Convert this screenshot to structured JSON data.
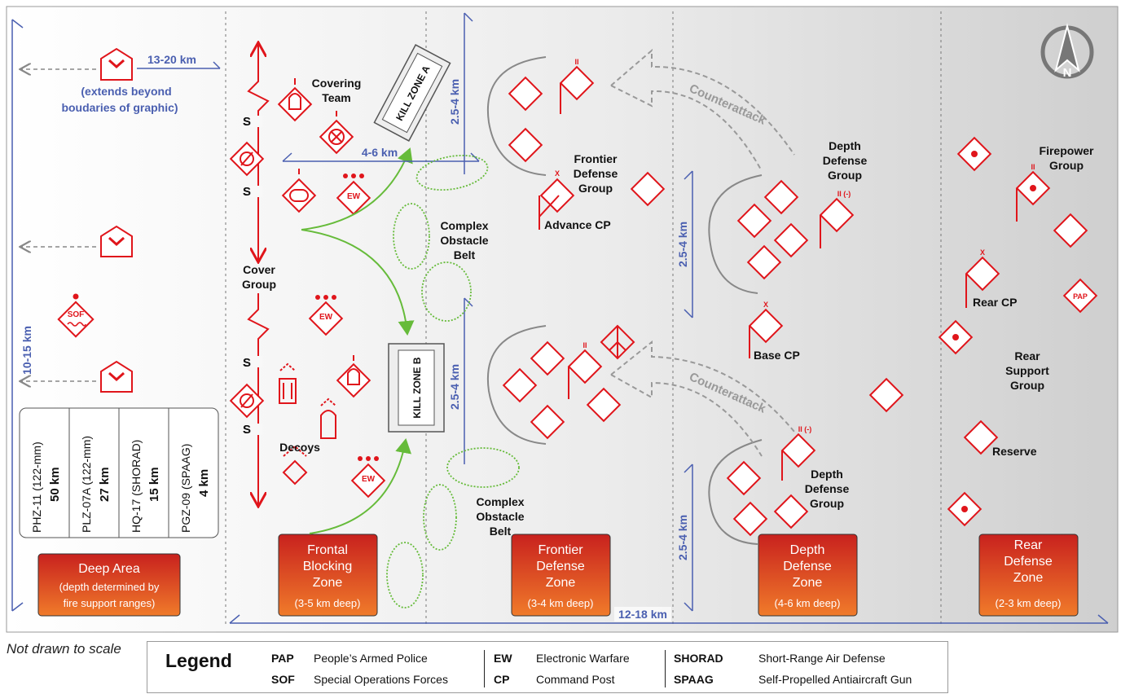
{
  "distance": {
    "d13_20": "13-20 km",
    "extends1": "(extends beyond",
    "extends2": "boudaries of graphic)",
    "d10_15": "10-15 km",
    "d4_6": "4-6 km",
    "d2_5a": "2.5-4 km",
    "d2_5b": "2.5-4 km",
    "d2_5c": "2.5-4 km",
    "d2_5d": "2.5-4 km",
    "d12_18": "12-18 km"
  },
  "units": {
    "covering_team1": "Covering",
    "covering_team2": "Team",
    "cover_group1": "Cover",
    "cover_group2": "Group",
    "decoys": "Decoys",
    "kill_zone_a": "KILL ZONE A",
    "kill_zone_b": "KILL ZONE B",
    "complex1_1": "Complex",
    "complex1_2": "Obstacle",
    "complex1_3": "Belt",
    "complex2_1": "Complex",
    "complex2_2": "Obstacle",
    "complex2_3": "Belt",
    "frontier_def1": "Frontier",
    "frontier_def2": "Defense",
    "frontier_def3": "Group",
    "advance_cp": "Advance CP",
    "counterattack1": "Counterattack",
    "counterattack2": "Counterattack",
    "depth_def_top1": "Depth",
    "depth_def_top2": "Defense",
    "depth_def_top3": "Group",
    "base_cp": "Base CP",
    "depth_def_bot1": "Depth",
    "depth_def_bot2": "Defense",
    "depth_def_bot3": "Group",
    "firepower1": "Firepower",
    "firepower2": "Group",
    "rear_cp": "Rear CP",
    "rear_support1": "Rear",
    "rear_support2": "Support",
    "rear_support3": "Group",
    "reserve": "Reserve",
    "s_marker": "S",
    "ew": "EW",
    "sof": "SOF",
    "pap": "PAP",
    "echelon_ii": "II",
    "echelon_ii_minus": "II (-)",
    "echelon_x": "X",
    "echelon_i": "I"
  },
  "compass": {
    "letter": "N"
  },
  "ranges": [
    {
      "system": "PHZ-11 (122-mm)",
      "range": "50 km"
    },
    {
      "system": "PLZ-07A (122-mm)",
      "range": "27 km"
    },
    {
      "system": "HQ-17 (SHORAD)",
      "range": "15 km"
    },
    {
      "system": "PGZ-09 (SPAAG)",
      "range": "4 km"
    }
  ],
  "zones": [
    {
      "title": [
        "Deep Area"
      ],
      "sub": [
        "(depth determined by",
        "fire support ranges)"
      ]
    },
    {
      "title": [
        "Frontal",
        "Blocking",
        "Zone"
      ],
      "sub": [
        "(3-5 km deep)"
      ]
    },
    {
      "title": [
        "Frontier",
        "Defense",
        "Zone"
      ],
      "sub": [
        "(3-4 km deep)"
      ]
    },
    {
      "title": [
        "Depth",
        "Defense",
        "Zone"
      ],
      "sub": [
        "(4-6 km deep)"
      ]
    },
    {
      "title": [
        "Rear",
        "Defense",
        "Zone"
      ],
      "sub": [
        "(2-3 km deep)"
      ]
    }
  ],
  "footer": {
    "note": "Not drawn to scale",
    "legend_title": "Legend",
    "items": [
      {
        "abbr": "PAP",
        "def": "People’s Armed Police"
      },
      {
        "abbr": "SOF",
        "def": "Special Operations Forces"
      },
      {
        "abbr": "EW",
        "def": "Electronic Warfare"
      },
      {
        "abbr": "CP",
        "def": "Command Post"
      },
      {
        "abbr": "SHORAD",
        "def": "Short-Range Air Defense"
      },
      {
        "abbr": "SPAAG",
        "def": "Self-Propelled Antiaircraft Gun"
      }
    ]
  },
  "colors": {
    "symbol_red": "#e0151b",
    "distance_blue": "#4a5fb0",
    "obstacle_green": "#66bb3a",
    "zone_box_top": "#c8211e",
    "zone_box_bottom": "#f07b2a"
  }
}
